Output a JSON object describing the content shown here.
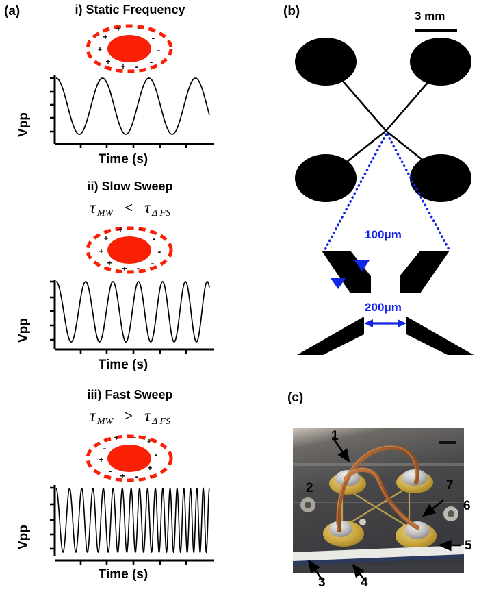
{
  "figure": {
    "panels": {
      "a": "(a)",
      "b": "(b)",
      "c": "(c)"
    }
  },
  "panel_a": {
    "label": "(a)",
    "subpanels": [
      {
        "id": "i",
        "title": "i)  Static Frequency",
        "has_tau": false,
        "tau_left": "",
        "tau_left_sub": "",
        "tau_op": "",
        "tau_right": "",
        "tau_right_sub": "",
        "ylabel": "Vpp",
        "xlabel": "Time (s)",
        "charge_state": "polarized",
        "chart": {
          "type": "line",
          "cycles": 3.3,
          "chirp": 0.0,
          "amplitude": 1.0
        }
      },
      {
        "id": "ii",
        "title": "ii)  Slow Sweep",
        "has_tau": true,
        "tau_left": "τ",
        "tau_left_sub": "MW",
        "tau_op": "<",
        "tau_right": "τ",
        "tau_right_sub": "Δ FS",
        "ylabel": "Vpp",
        "xlabel": "Time (s)",
        "charge_state": "polarized",
        "chart": {
          "type": "line",
          "cycles": 6.1,
          "chirp": 0.45,
          "amplitude": 1.0
        }
      },
      {
        "id": "iii",
        "title": "iii)  Fast Sweep",
        "has_tau": true,
        "tau_left": "τ",
        "tau_left_sub": "MW",
        "tau_op": ">",
        "tau_right": "τ",
        "tau_right_sub": "Δ FS",
        "ylabel": "Vpp",
        "xlabel": "Time (s)",
        "charge_state": "scrambled",
        "chart": {
          "type": "line",
          "cycles": 18.0,
          "chirp": 1.35,
          "amplitude": 1.0
        }
      }
    ],
    "droplet": {
      "core_color": "#f92005",
      "shell_color": "#f92005",
      "plus": "+",
      "minus": "-"
    }
  },
  "panel_b": {
    "label": "(b)",
    "scalebar_text": "3 mm",
    "gap_label": "100μm",
    "width_label": "200μm",
    "accent_color": "#1326e8",
    "electrode_color": "#000000"
  },
  "panel_c": {
    "label": "(c)",
    "callouts": [
      {
        "n": "1"
      },
      {
        "n": "2"
      },
      {
        "n": "3"
      },
      {
        "n": "4"
      },
      {
        "n": "5"
      },
      {
        "n": "6"
      },
      {
        "n": "7"
      }
    ]
  },
  "chart_data": [
    {
      "type": "line",
      "title": "i)  Static Frequency",
      "xlabel": "Time (s)",
      "ylabel": "Vpp",
      "series": [
        {
          "name": "Vpp(t)",
          "waveform": "sine",
          "cycles": 3.3,
          "chirp_rate": 0.0,
          "amplitude": 1.0
        }
      ],
      "xticks": 6,
      "yticks": 5,
      "grid": false,
      "legend": "none"
    },
    {
      "type": "line",
      "title": "ii)  Slow Sweep",
      "xlabel": "Time (s)",
      "ylabel": "Vpp",
      "series": [
        {
          "name": "Vpp(t)",
          "waveform": "chirp",
          "cycles": 6.1,
          "chirp_rate": 0.45,
          "amplitude": 1.0
        }
      ],
      "xticks": 6,
      "yticks": 5,
      "grid": false,
      "legend": "none"
    },
    {
      "type": "line",
      "title": "iii)  Fast Sweep",
      "xlabel": "Time (s)",
      "ylabel": "Vpp",
      "series": [
        {
          "name": "Vpp(t)",
          "waveform": "chirp",
          "cycles": 18.0,
          "chirp_rate": 1.35,
          "amplitude": 1.0
        }
      ],
      "xticks": 6,
      "yticks": 5,
      "grid": false,
      "legend": "none"
    }
  ]
}
